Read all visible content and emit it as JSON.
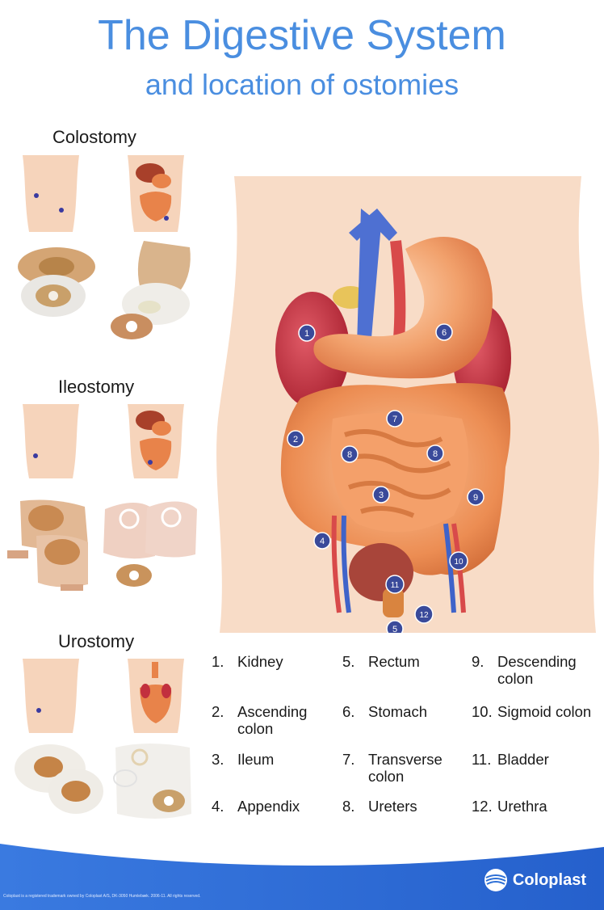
{
  "header": {
    "title": "The Digestive System",
    "subtitle": "and location of ostomies"
  },
  "sections": [
    {
      "heading": "Colostomy"
    },
    {
      "heading": "Ileostomy"
    },
    {
      "heading": "Urostomy"
    }
  ],
  "markers": [
    "1",
    "2",
    "3",
    "4",
    "5",
    "6",
    "7",
    "8",
    "8",
    "9",
    "10",
    "11",
    "12"
  ],
  "legend": [
    {
      "num": "1.",
      "label": "Kidney"
    },
    {
      "num": "2.",
      "label": "Ascending colon"
    },
    {
      "num": "3.",
      "label": "Ileum"
    },
    {
      "num": "4.",
      "label": "Appendix"
    },
    {
      "num": "5.",
      "label": "Rectum"
    },
    {
      "num": "6.",
      "label": "Stomach"
    },
    {
      "num": "7.",
      "label": "Transverse colon"
    },
    {
      "num": "8.",
      "label": "Ureters"
    },
    {
      "num": "9.",
      "label": "Descending colon"
    },
    {
      "num": "10.",
      "label": "Sigmoid colon"
    },
    {
      "num": "11.",
      "label": "Bladder"
    },
    {
      "num": "12.",
      "label": "Urethra"
    }
  ],
  "footer": {
    "brand": "Coloplast",
    "fineprint": "Coloplast is a registered trademark owned by Coloplast A/S, DK-3050 Humlebæk. 2006-11. All rights reserved."
  },
  "colors": {
    "title_blue": "#4a8ee0",
    "marker_fill": "#3a4a9a",
    "footer_blue": "#2d6fd6",
    "organ_orange": "#e8834a",
    "kidney_red": "#c2303e",
    "vessel_blue": "#3f63c9"
  }
}
